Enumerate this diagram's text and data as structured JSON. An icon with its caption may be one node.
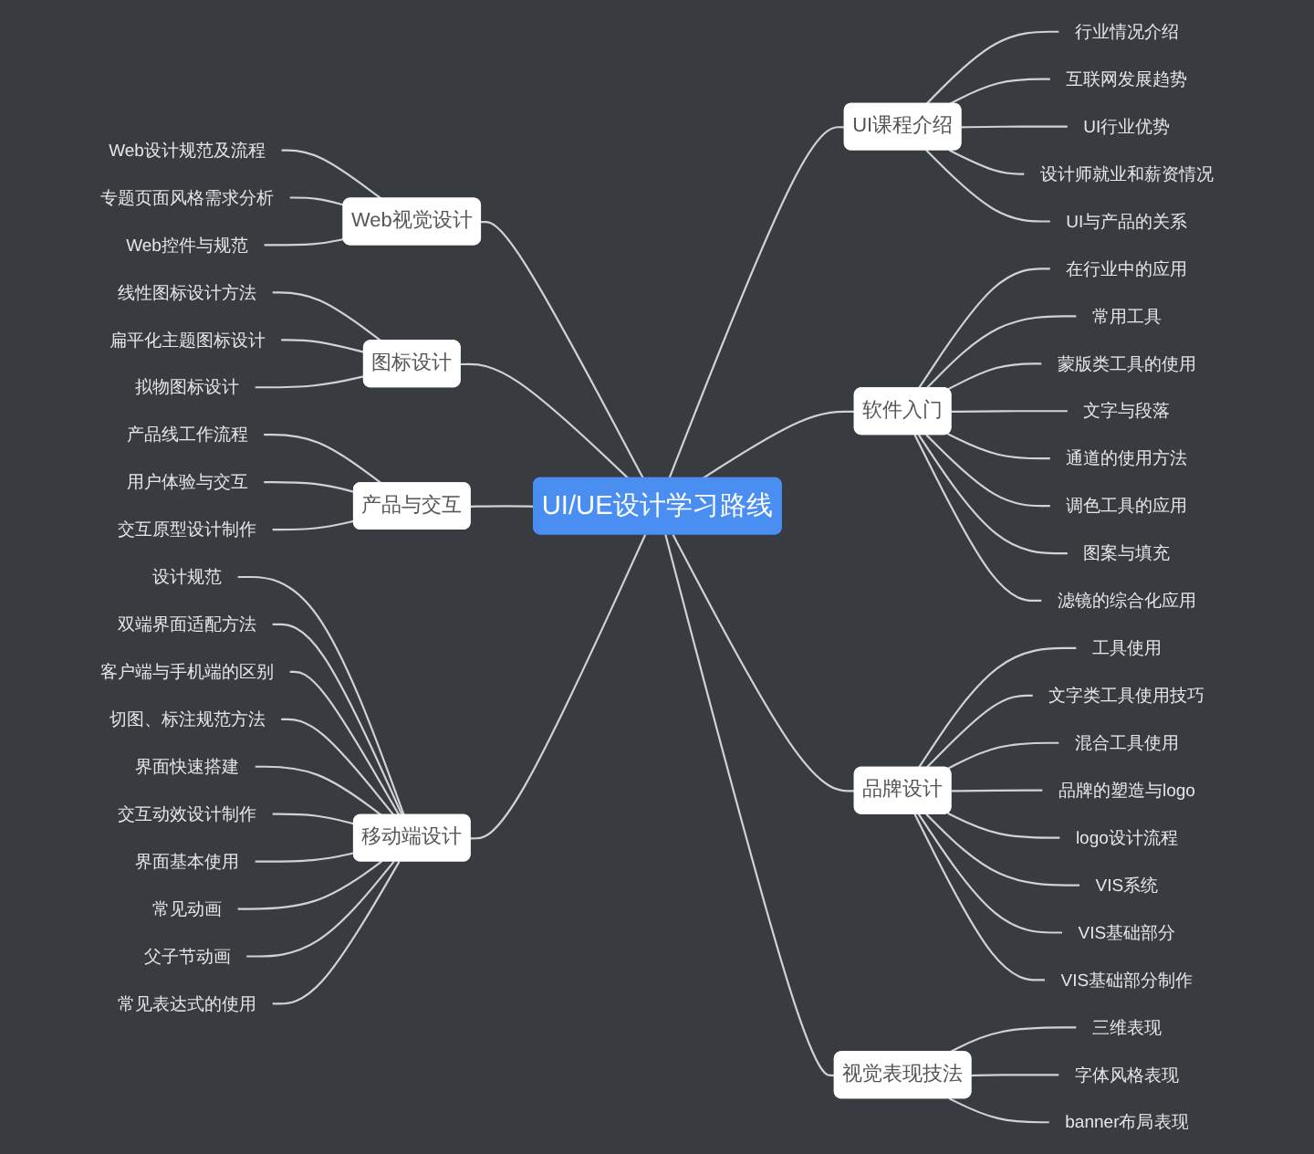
{
  "diagram": {
    "nodes": [
      {
        "text": [
          "UI/UE设计学习路线"
        ]
      },
      {
        "text": [
          "UI课程介绍"
        ]
      },
      {
        "text": [
          "行业情况介绍"
        ]
      },
      {
        "text": [
          "互联网发展趋势"
        ]
      },
      {
        "text": [
          "UI行业优势"
        ]
      },
      {
        "text": [
          "设计师就业和薪资情况"
        ]
      },
      {
        "text": [
          "UI与产品的关系"
        ]
      },
      {
        "text": [
          "软件入门"
        ]
      },
      {
        "text": [
          "在行业中的应用"
        ]
      },
      {
        "text": [
          "常用工具"
        ]
      },
      {
        "text": [
          "蒙版类工具的使用"
        ]
      },
      {
        "text": [
          "文字与段落"
        ]
      },
      {
        "text": [
          "通道的使用方法"
        ]
      },
      {
        "text": [
          "调色工具的应用"
        ]
      },
      {
        "text": [
          "图案与填充"
        ]
      },
      {
        "text": [
          "滤镜的综合化应用"
        ]
      },
      {
        "text": [
          "品牌设计"
        ]
      },
      {
        "text": [
          "工具使用"
        ]
      },
      {
        "text": [
          "文字类工具使用技巧"
        ]
      },
      {
        "text": [
          "混合工具使用"
        ]
      },
      {
        "text": [
          "品牌的塑造与logo"
        ]
      },
      {
        "text": [
          "logo设计流程"
        ]
      },
      {
        "text": [
          "VIS系统"
        ]
      },
      {
        "text": [
          "VIS基础部分"
        ]
      },
      {
        "text": [
          "VIS基础部分制作"
        ]
      },
      {
        "text": [
          "视觉表现技法"
        ]
      },
      {
        "text": [
          "三维表现"
        ]
      },
      {
        "text": [
          "字体风格表现"
        ]
      },
      {
        "text": [
          "banner布局表现"
        ]
      },
      {
        "text": [
          "Web视觉设计"
        ]
      },
      {
        "text": [
          "Web设计规范及流程"
        ]
      },
      {
        "text": [
          "专题页面风格需求分析"
        ]
      },
      {
        "text": [
          "Web控件与规范"
        ]
      },
      {
        "text": [
          "图标设计"
        ]
      },
      {
        "text": [
          "线性图标设计方法"
        ]
      },
      {
        "text": [
          "扁平化主题图标设计"
        ]
      },
      {
        "text": [
          "拟物图标设计"
        ]
      },
      {
        "text": [
          "产品与交互"
        ]
      },
      {
        "text": [
          "产品线工作流程"
        ]
      },
      {
        "text": [
          "用户体验与交互"
        ]
      },
      {
        "text": [
          "交互原型设计制作"
        ]
      },
      {
        "text": [
          "移动端设计"
        ]
      },
      {
        "text": [
          "设计规范"
        ]
      },
      {
        "text": [
          "双端界面适配方法"
        ]
      },
      {
        "text": [
          "客户端与手机端的区别"
        ]
      },
      {
        "text": [
          "切图、标注规范方法"
        ]
      },
      {
        "text": [
          "界面快速搭建"
        ]
      },
      {
        "text": [
          "交互动效设计制作"
        ]
      },
      {
        "text": [
          "界面基本使用"
        ]
      },
      {
        "text": [
          "常见动画"
        ]
      },
      {
        "text": [
          "父子节动画"
        ]
      },
      {
        "text": [
          "常见表达式的使用"
        ]
      }
    ],
    "edges": [
      {
        "from": 0,
        "to": 1,
        "arrow": "none"
      },
      {
        "from": 1,
        "to": 2,
        "arrow": "none"
      },
      {
        "from": 1,
        "to": 3,
        "arrow": "none"
      },
      {
        "from": 1,
        "to": 4,
        "arrow": "none"
      },
      {
        "from": 1,
        "to": 5,
        "arrow": "none"
      },
      {
        "from": 1,
        "to": 6,
        "arrow": "none"
      },
      {
        "from": 0,
        "to": 7,
        "arrow": "none"
      },
      {
        "from": 7,
        "to": 8,
        "arrow": "none"
      },
      {
        "from": 7,
        "to": 9,
        "arrow": "none"
      },
      {
        "from": 7,
        "to": 10,
        "arrow": "none"
      },
      {
        "from": 7,
        "to": 11,
        "arrow": "none"
      },
      {
        "from": 7,
        "to": 12,
        "arrow": "none"
      },
      {
        "from": 7,
        "to": 13,
        "arrow": "none"
      },
      {
        "from": 7,
        "to": 14,
        "arrow": "none"
      },
      {
        "from": 7,
        "to": 15,
        "arrow": "none"
      },
      {
        "from": 0,
        "to": 16,
        "arrow": "none"
      },
      {
        "from": 16,
        "to": 17,
        "arrow": "none"
      },
      {
        "from": 16,
        "to": 18,
        "arrow": "none"
      },
      {
        "from": 16,
        "to": 19,
        "arrow": "none"
      },
      {
        "from": 16,
        "to": 20,
        "arrow": "none"
      },
      {
        "from": 16,
        "to": 21,
        "arrow": "none"
      },
      {
        "from": 16,
        "to": 22,
        "arrow": "none"
      },
      {
        "from": 16,
        "to": 23,
        "arrow": "none"
      },
      {
        "from": 16,
        "to": 24,
        "arrow": "none"
      },
      {
        "from": 0,
        "to": 25,
        "arrow": "none"
      },
      {
        "from": 25,
        "to": 26,
        "arrow": "none"
      },
      {
        "from": 25,
        "to": 27,
        "arrow": "none"
      },
      {
        "from": 25,
        "to": 28,
        "arrow": "none"
      },
      {
        "from": 0,
        "to": 29,
        "arrow": "none"
      },
      {
        "from": 29,
        "to": 30,
        "arrow": "none"
      },
      {
        "from": 29,
        "to": 31,
        "arrow": "none"
      },
      {
        "from": 29,
        "to": 32,
        "arrow": "none"
      },
      {
        "from": 0,
        "to": 33,
        "arrow": "none"
      },
      {
        "from": 33,
        "to": 34,
        "arrow": "none"
      },
      {
        "from": 33,
        "to": 35,
        "arrow": "none"
      },
      {
        "from": 33,
        "to": 36,
        "arrow": "none"
      },
      {
        "from": 0,
        "to": 37,
        "arrow": "none"
      },
      {
        "from": 37,
        "to": 38,
        "arrow": "none"
      },
      {
        "from": 37,
        "to": 39,
        "arrow": "none"
      },
      {
        "from": 37,
        "to": 40,
        "arrow": "none"
      },
      {
        "from": 0,
        "to": 41,
        "arrow": "none"
      },
      {
        "from": 41,
        "to": 42,
        "arrow": "none"
      },
      {
        "from": 41,
        "to": 43,
        "arrow": "none"
      },
      {
        "from": 41,
        "to": 44,
        "arrow": "none"
      },
      {
        "from": 41,
        "to": 45,
        "arrow": "none"
      },
      {
        "from": 41,
        "to": 46,
        "arrow": "none"
      },
      {
        "from": 41,
        "to": 47,
        "arrow": "none"
      },
      {
        "from": 41,
        "to": 48,
        "arrow": "none"
      },
      {
        "from": 41,
        "to": 49,
        "arrow": "none"
      },
      {
        "from": 41,
        "to": 50,
        "arrow": "none"
      },
      {
        "from": 41,
        "to": 51,
        "arrow": "none"
      }
    ]
  }
}
